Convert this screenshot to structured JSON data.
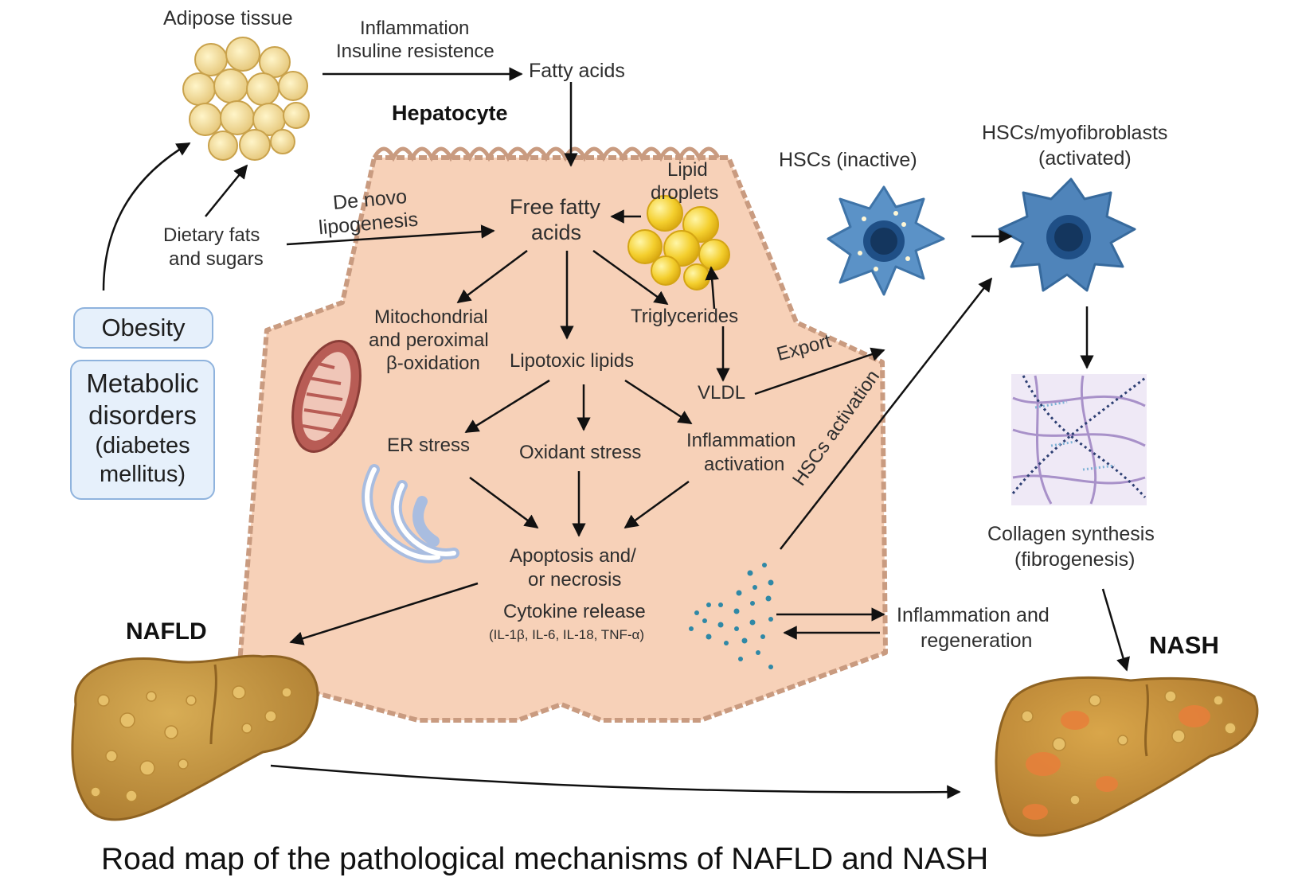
{
  "colors": {
    "cell_fill": "#f7d1b8",
    "cell_border": "#c99b80",
    "liver_fill": "#c99a46",
    "hsc_blue": "#5b92c7",
    "box_fill": "#e6f0fb",
    "box_border": "#8fb3dd",
    "arrow": "#111111"
  },
  "labels": {
    "adipose_tissue": "Adipose tissue",
    "inflammation": "Inflammation",
    "insuline_resistence": "Insuline resistence",
    "fatty_acids": "Fatty acids",
    "hepatocyte": "Hepatocyte",
    "de_novo_line1": "De novo",
    "de_novo_line2": "lipogenesis",
    "dietary_line1": "Dietary fats",
    "dietary_line2": "and sugars",
    "free_fatty_line1": "Free fatty",
    "free_fatty_line2": "acids",
    "lipid_line1": "Lipid",
    "lipid_line2": "droplets",
    "mito_line1": "Mitochondrial",
    "mito_line2": "and peroximal",
    "mito_line3": "β-oxidation",
    "triglycerides": "Triglycerides",
    "lipotoxic": "Lipotoxic lipids",
    "vldl": "VLDL",
    "export": "Export",
    "er_stress": "ER stress",
    "oxidant_stress": "Oxidant stress",
    "inflam_act_line1": "Inflammation",
    "inflam_act_line2": "activation",
    "hscs_activation": "HSCs activation",
    "apoptosis_line1": "Apoptosis and/",
    "apoptosis_line2": "or necrosis",
    "cytokine_release": "Cytokine release",
    "cytokine_list": "(IL-1β, IL-6, IL-18, TNF-α)",
    "hscs_inactive": "HSCs (inactive)",
    "hscs_myo_line1": "HSCs/myofibroblasts",
    "hscs_myo_line2": "(activated)",
    "collagen_line1": "Collagen synthesis",
    "collagen_line2": "(fibrogenesis)",
    "inflam_regen_line1": "Inflammation and",
    "inflam_regen_line2": "regeneration",
    "nafld": "NAFLD",
    "nash": "NASH"
  },
  "boxes": {
    "obesity": "Obesity",
    "metabolic_line1": "Metabolic",
    "metabolic_line2": "disorders",
    "metabolic_line3": "(diabetes",
    "metabolic_line4": "mellitus)"
  },
  "caption": "Road map of the pathological mechanisms of NAFLD and NASH"
}
